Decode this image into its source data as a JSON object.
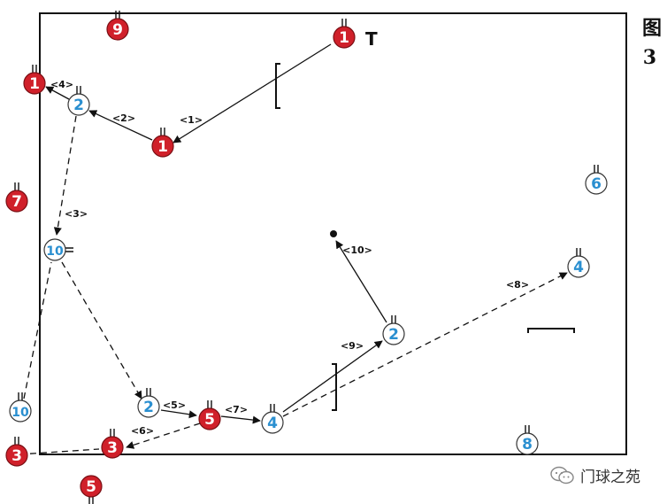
{
  "figure": {
    "char": "图",
    "number": "3"
  },
  "watermark": {
    "text": "门球之苑"
  },
  "colors": {
    "red": "#d0202a",
    "blue": "#2a8fd0",
    "line": "#111111"
  },
  "balls": [
    {
      "id": "ball-red-9",
      "label": "9",
      "team": "red"
    },
    {
      "id": "ball-red-1-start",
      "label": "1",
      "team": "red"
    },
    {
      "id": "ball-red-1-gate",
      "label": "1",
      "team": "red"
    },
    {
      "id": "ball-red-1-mid",
      "label": "1",
      "team": "red"
    },
    {
      "id": "ball-blue-2-top",
      "label": "2",
      "team": "blue"
    },
    {
      "id": "ball-red-7",
      "label": "7",
      "team": "red"
    },
    {
      "id": "ball-blue-10-mid",
      "label": "10",
      "team": "blue"
    },
    {
      "id": "ball-blue-10-bottom",
      "label": "10",
      "team": "blue"
    },
    {
      "id": "ball-red-3-edge",
      "label": "3",
      "team": "red"
    },
    {
      "id": "ball-red-3",
      "label": "3",
      "team": "red"
    },
    {
      "id": "ball-red-5-out",
      "label": "5",
      "team": "red"
    },
    {
      "id": "ball-blue-2-bottom",
      "label": "2",
      "team": "blue"
    },
    {
      "id": "ball-red-5",
      "label": "5",
      "team": "red"
    },
    {
      "id": "ball-blue-4-bottom",
      "label": "4",
      "team": "blue"
    },
    {
      "id": "ball-blue-2-right",
      "label": "2",
      "team": "blue"
    },
    {
      "id": "ball-blue-4-right",
      "label": "4",
      "team": "blue"
    },
    {
      "id": "ball-blue-6",
      "label": "6",
      "team": "blue"
    },
    {
      "id": "ball-blue-8",
      "label": "8",
      "team": "blue"
    }
  ],
  "steps": [
    "<1>",
    "<2>",
    "<3>",
    "<4>",
    "<5>",
    "<6>",
    "<7>",
    "<8>",
    "<9>",
    "<10>"
  ],
  "tee_marker": "T"
}
